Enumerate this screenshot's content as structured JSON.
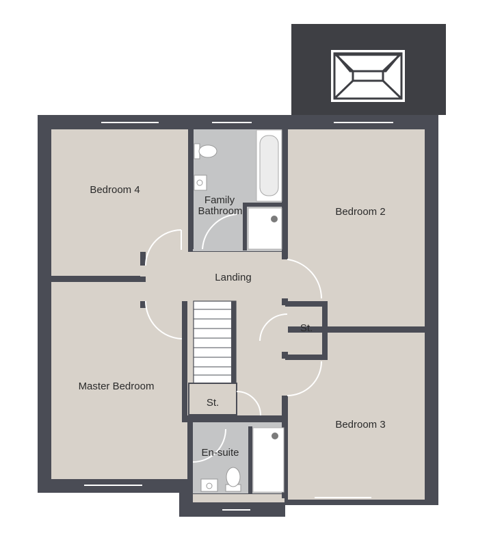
{
  "rooms": {
    "bedroom4": "Bedroom 4",
    "family_bathroom_1": "Family",
    "family_bathroom_2": "Bathroom",
    "bedroom2": "Bedroom 2",
    "landing": "Landing",
    "store_landing": "St.",
    "master_bedroom": "Master Bedroom",
    "store_stairs": "St.",
    "bedroom3": "Bedroom 3",
    "ensuite": "En-suite"
  },
  "colors": {
    "wall": "#4a4c55",
    "room_floor": "#d8d2ca",
    "wet_floor": "#c4c5c6",
    "roof": "#3e3f44",
    "fixture": "#ffffff"
  }
}
